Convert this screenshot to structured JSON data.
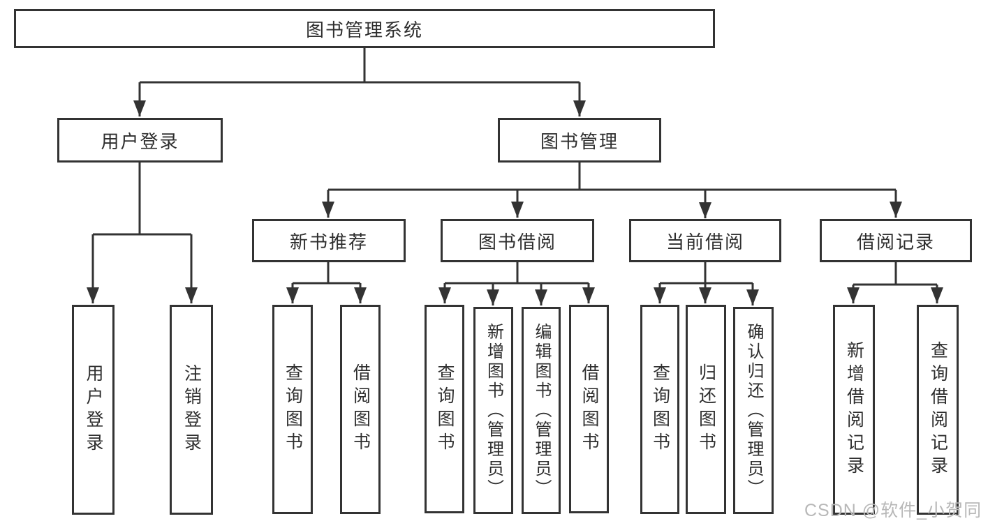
{
  "tree": {
    "root": {
      "label": "图书管理系统",
      "children": [
        {
          "label": "用户登录",
          "children": [
            {
              "label": "用户登录"
            },
            {
              "label": "注销登录"
            }
          ]
        },
        {
          "label": "图书管理",
          "children": [
            {
              "label": "新书推荐",
              "children": [
                {
                  "label": "查询图书"
                },
                {
                  "label": "借阅图书"
                }
              ]
            },
            {
              "label": "图书借阅",
              "children": [
                {
                  "label": "查询图书"
                },
                {
                  "label": "新增图书（管理员）"
                },
                {
                  "label": "编辑图书（管理员）"
                },
                {
                  "label": "借阅图书"
                }
              ]
            },
            {
              "label": "当前借阅",
              "children": [
                {
                  "label": "查询图书"
                },
                {
                  "label": "归还图书"
                },
                {
                  "label": "确认归还（管理员）"
                }
              ]
            },
            {
              "label": "借阅记录",
              "children": [
                {
                  "label": "新增借阅记录"
                },
                {
                  "label": "查询借阅记录"
                }
              ]
            }
          ]
        }
      ]
    }
  },
  "watermark": {
    "text": "CSDN @软件_小贺同学"
  },
  "colors": {
    "line": "#333333",
    "box_border": "#333333",
    "text": "#2e2e2e",
    "watermark": "#b8b8b8",
    "background": "#ffffff"
  }
}
